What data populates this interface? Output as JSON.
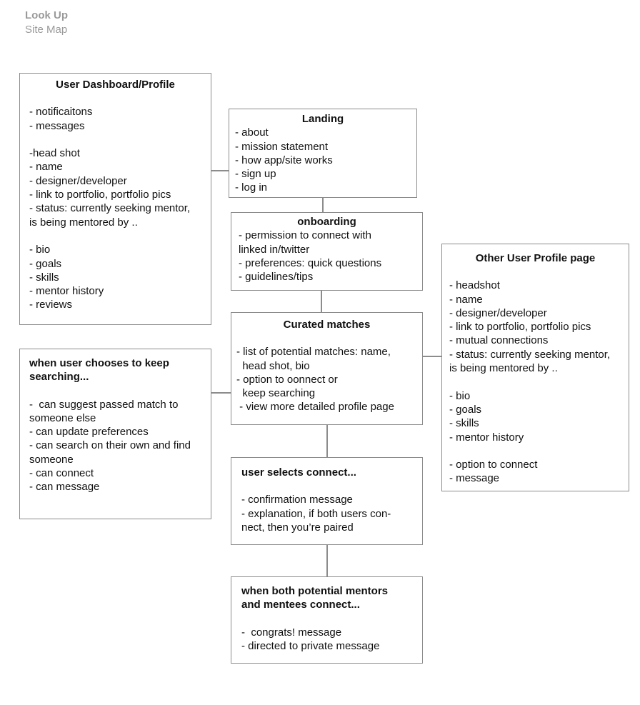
{
  "header": {
    "title": "Look Up",
    "subtitle": "Site Map"
  },
  "boxes": {
    "dashboard": {
      "title": "User Dashboard/Profile",
      "body": "- notificaitons\n- messages\n\n-head shot\n- name\n- designer/developer\n- link to portfolio, portfolio pics\n- status: currently seeking mentor,\nis being mentored by ..\n\n- bio\n- goals\n- skills\n- mentor history\n- reviews"
    },
    "landing": {
      "title": "Landing",
      "body": "- about\n- mission statement\n- how app/site works\n- sign up\n- log in"
    },
    "onboarding": {
      "title": "onboarding",
      "body": "- permission to connect with\nlinked in/twitter\n- preferences: quick questions\n- guidelines/tips"
    },
    "curated": {
      "title": "Curated matches",
      "body": "- list of potential matches: name,\n  head shot, bio\n- option to oonnect or\n  keep searching\n - view more detailed profile page"
    },
    "keep_searching": {
      "title": "when user chooses to keep\nsearching...",
      "body": "-  can suggest passed match to\nsomeone else\n- can update preferences\n- can search on their own and find\nsomeone\n- can connect\n- can message"
    },
    "other_profile": {
      "title": "Other User Profile page",
      "body": "- headshot\n- name\n- designer/developer\n- link to portfolio, portfolio pics\n- mutual connections\n- status: currently seeking mentor,\nis being mentored by ..\n\n- bio\n- goals\n- skills\n- mentor history\n\n- option to connect\n- message"
    },
    "connect": {
      "title": "user selects connect...",
      "body": "- confirmation message\n- explanation, if both users con-\nnect, then you’re paired"
    },
    "both_connect": {
      "title": "when both potential mentors\nand mentees connect...",
      "body": "-  congrats! message\n- directed to private message"
    }
  }
}
